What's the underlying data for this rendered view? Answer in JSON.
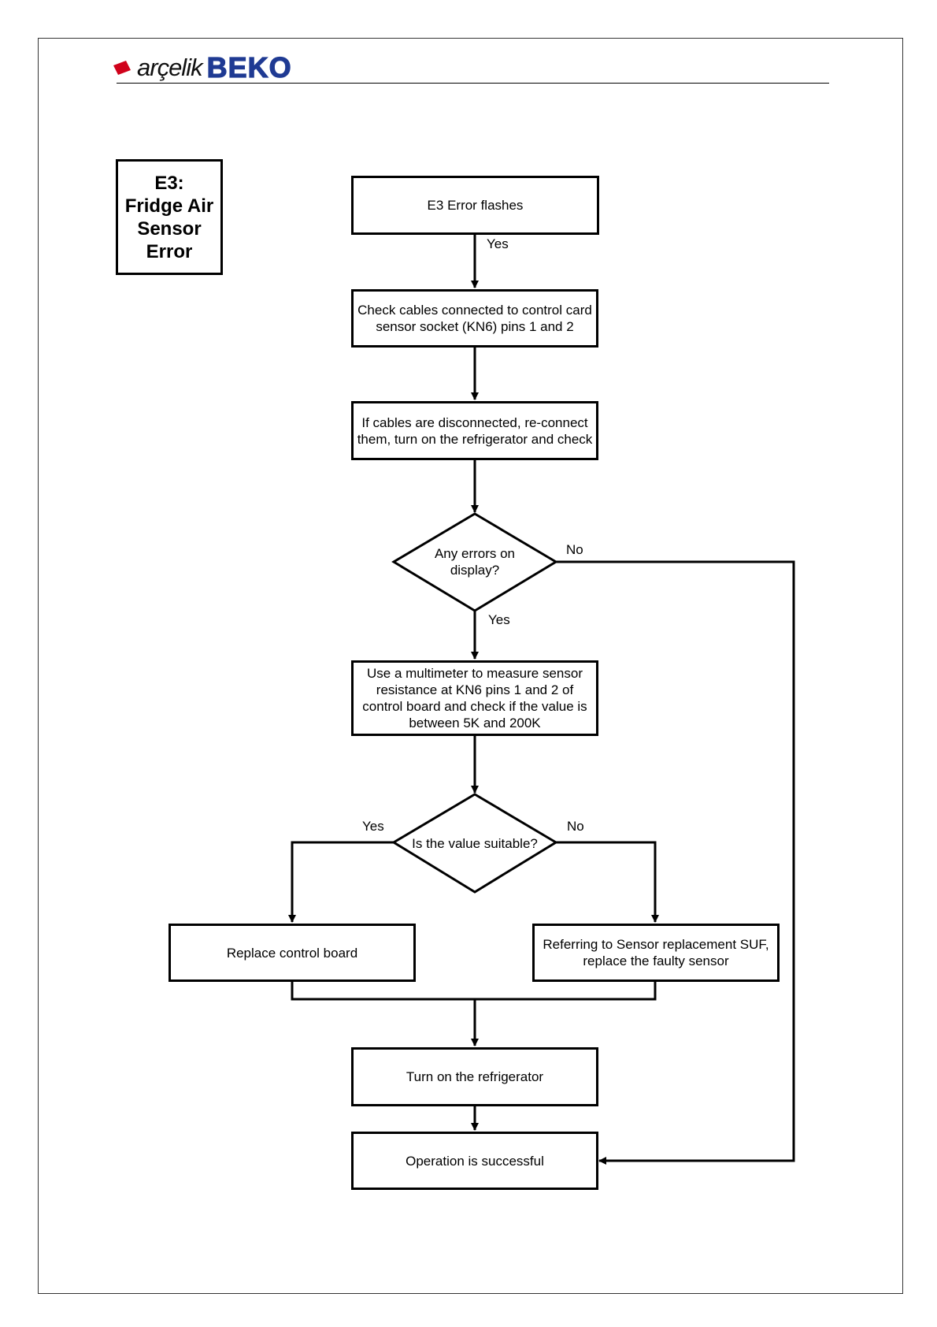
{
  "header": {
    "brand_primary": "arçelik",
    "brand_secondary": "BEKO",
    "brand_mark_color": "#d0021b",
    "brand_secondary_color": "#1f3a93"
  },
  "title": {
    "line1": "E3:",
    "line2": "Fridge Air",
    "line3": "Sensor",
    "line4": "Error"
  },
  "flow": {
    "start": "E3 Error flashes",
    "check_cables": "Check cables connected to control card sensor socket (KN6) pins 1 and 2",
    "reconnect": "If cables are disconnected, re-connect them, turn on the refrigerator and check",
    "decision_errors": "Any errors on display?",
    "measure": "Use a multimeter to measure sensor resistance at KN6 pins 1 and 2 of control board and check if the value is between 5K and 200K",
    "decision_value": "Is the value suitable?",
    "replace_board": "Replace control board",
    "replace_sensor": "Referring to Sensor replacement SUF, replace the faulty sensor",
    "turn_on": "Turn on the refrigerator",
    "success": "Operation is successful"
  },
  "labels": {
    "yes_1": "Yes",
    "yes_2": "Yes",
    "no_1": "No",
    "yes_3": "Yes",
    "no_2": "No"
  }
}
